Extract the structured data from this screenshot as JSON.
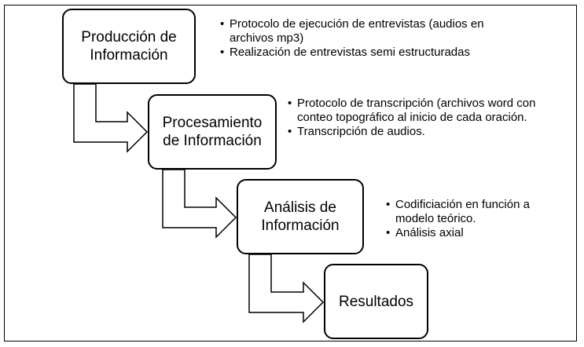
{
  "stages": [
    {
      "lines": [
        "Producción de",
        "Información"
      ]
    },
    {
      "lines": [
        "Procesamiento",
        "de Información"
      ]
    },
    {
      "lines": [
        "Análisis de",
        "Información"
      ]
    },
    {
      "lines": [
        "Resultados"
      ]
    }
  ],
  "notes": [
    {
      "items": [
        "Protocolo de ejecución de entrevistas (audios en archivos mp3)",
        "Realización de entrevistas semi estructuradas"
      ]
    },
    {
      "items": [
        "Protocolo de transcripción (archivos word con conteo topográfico al inicio de cada oración.",
        "Transcripción de audios."
      ]
    },
    {
      "items": [
        "Codificiación en función a modelo teórico.",
        "Análisis axial"
      ]
    }
  ]
}
